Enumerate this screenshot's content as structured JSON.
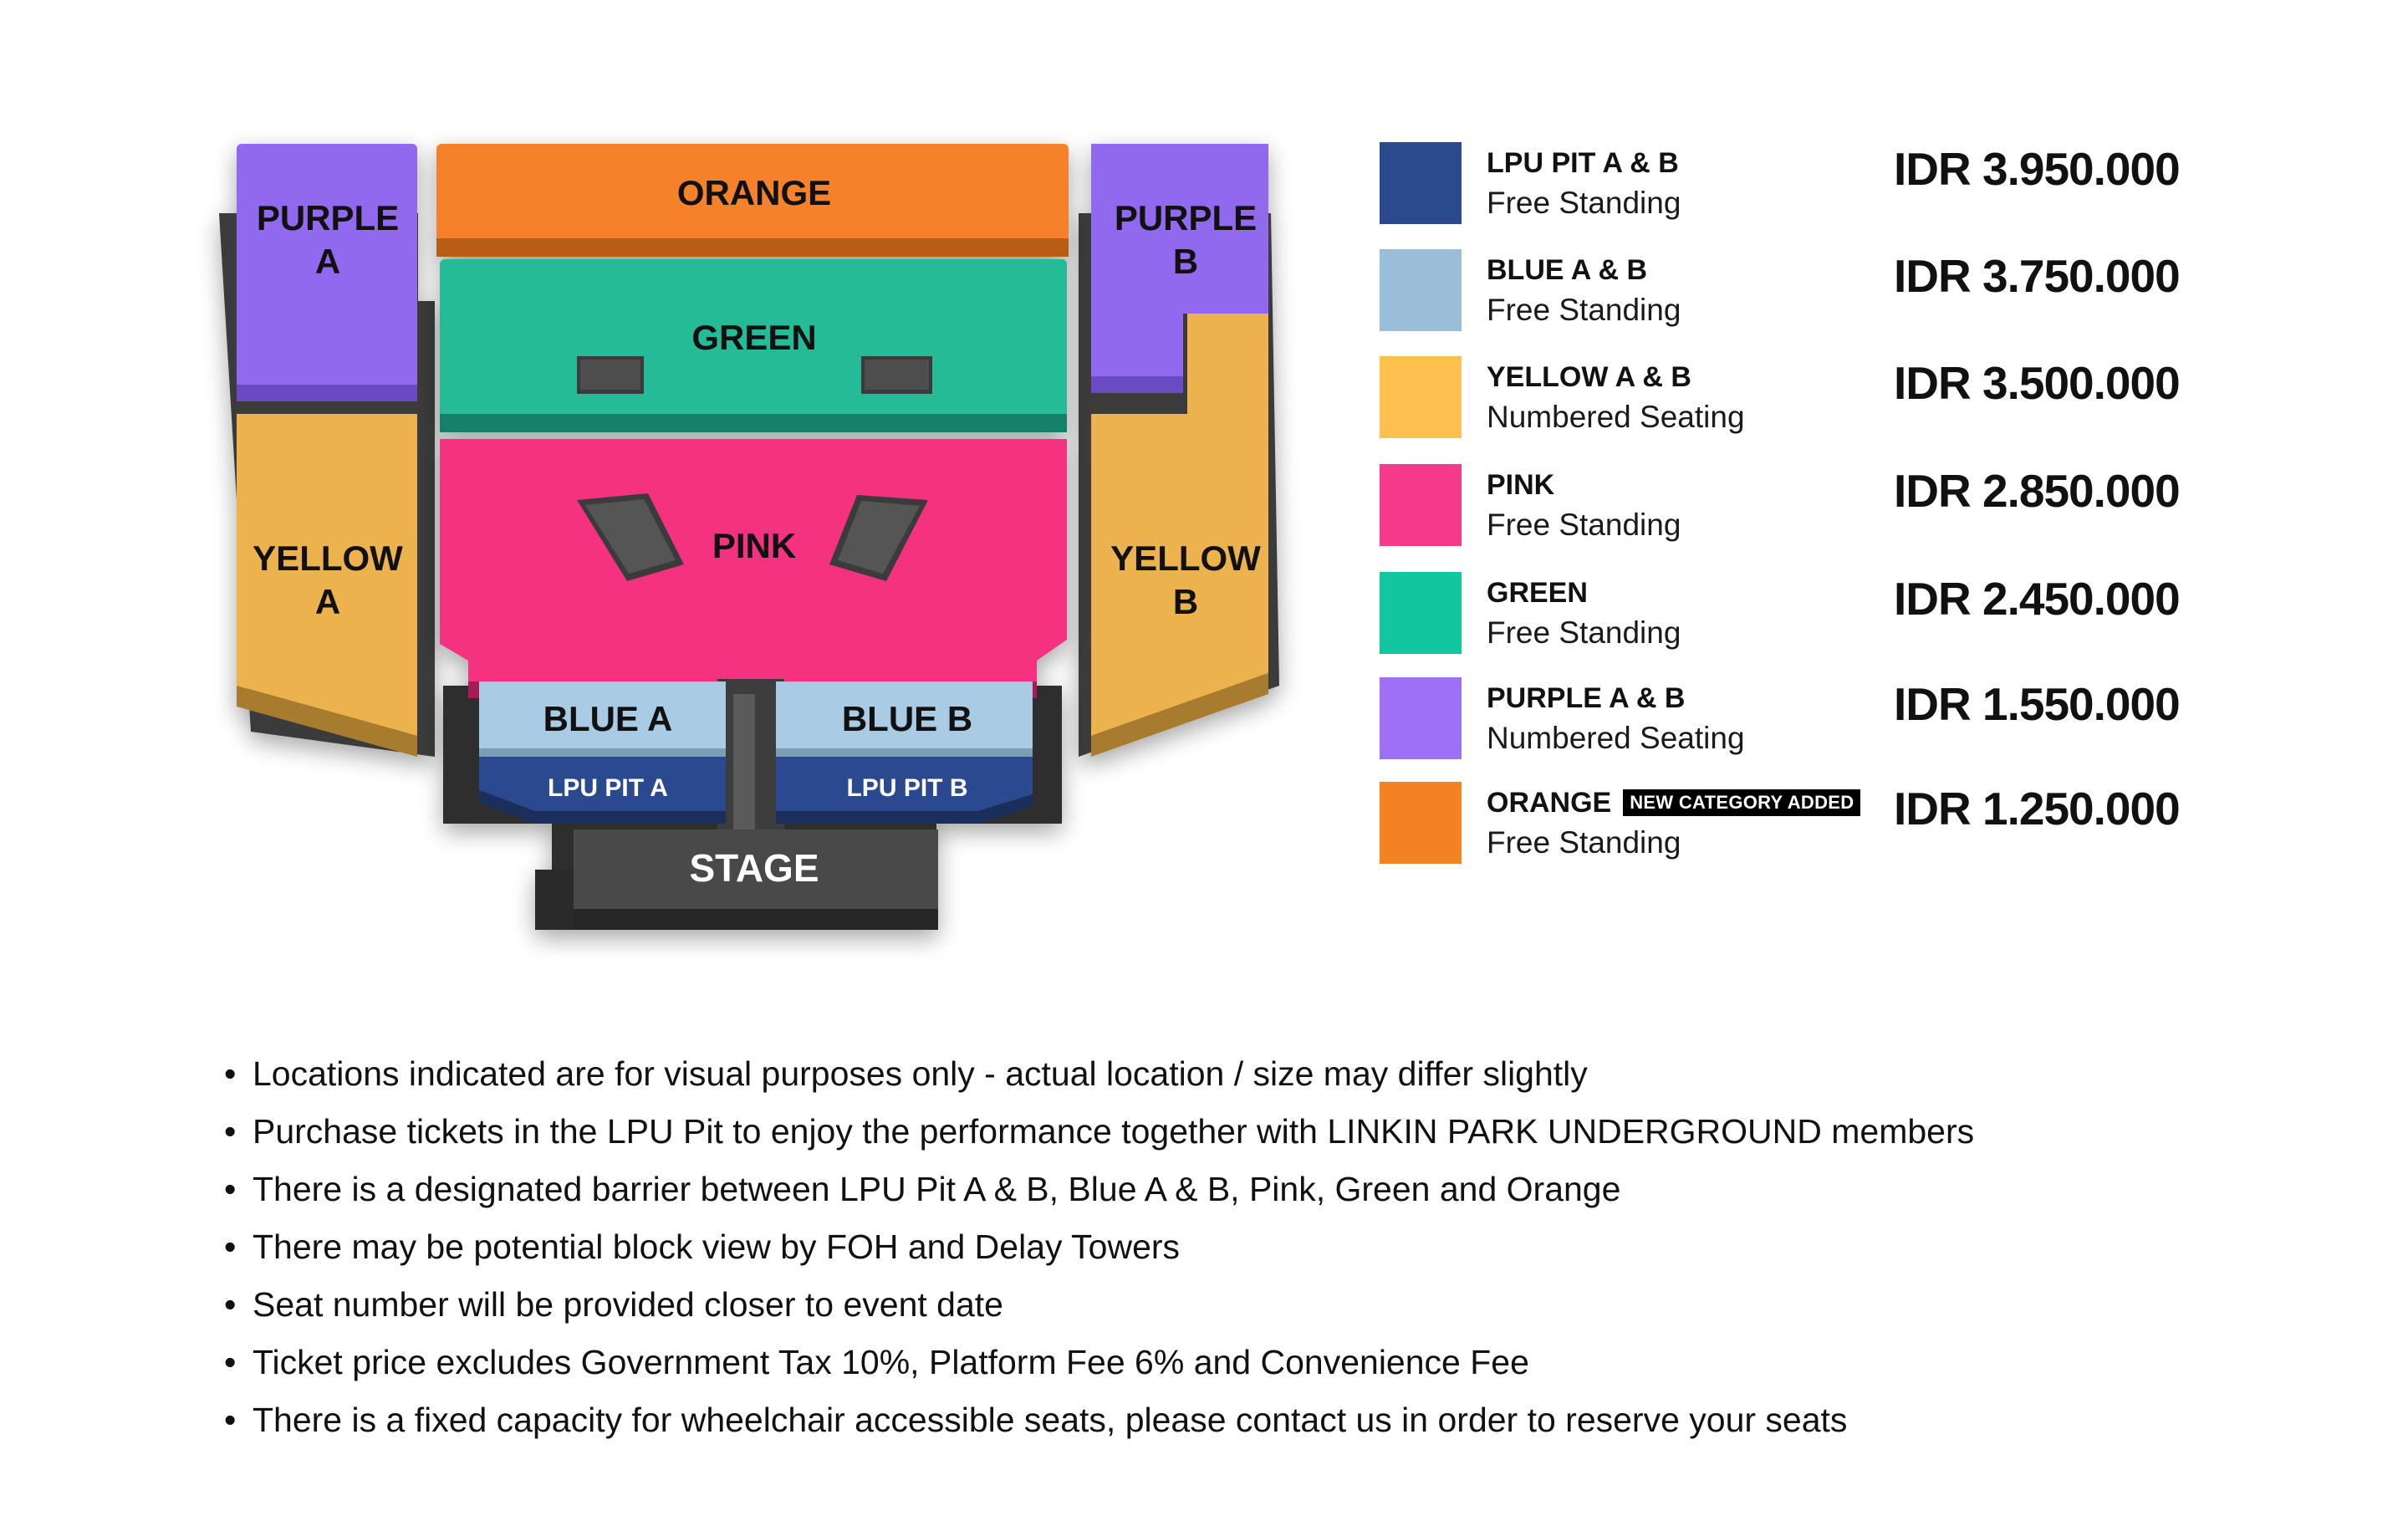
{
  "map": {
    "zones": {
      "orange": "ORANGE",
      "green": "GREEN",
      "pink": "PINK",
      "purple_a_line1": "PURPLE",
      "purple_a_line2": "A",
      "purple_b_line1": "PURPLE",
      "purple_b_line2": "B",
      "yellow_a_line1": "YELLOW",
      "yellow_a_line2": "A",
      "yellow_b_line1": "YELLOW",
      "yellow_b_line2": "B",
      "blue_a": "BLUE A",
      "blue_b": "BLUE B",
      "lpu_pit_a": "LPU PIT A",
      "lpu_pit_b": "LPU PIT B",
      "stage": "STAGE"
    },
    "colors": {
      "orange": "#F5822C",
      "green": "#25BB97",
      "pink": "#F5327F",
      "purple": "#9169EE",
      "yellow": "#EBB24E",
      "blue": "#A9CBE4",
      "lpu": "#2C4A8F",
      "stage": "#4A4A4A",
      "block": "#4D4D4D"
    }
  },
  "legend": [
    {
      "name": "LPU PIT A & B",
      "type": "Free Standing",
      "price": "IDR 3.950.000",
      "color": "#2B4A8D",
      "badge": ""
    },
    {
      "name": "BLUE A & B",
      "type": "Free Standing",
      "price": "IDR 3.750.000",
      "color": "#9ABDD9",
      "badge": ""
    },
    {
      "name": "YELLOW A & B",
      "type": "Numbered Seating",
      "price": "IDR 3.500.000",
      "color": "#FFC04E",
      "badge": ""
    },
    {
      "name": "PINK",
      "type": "Free Standing",
      "price": "IDR 2.850.000",
      "color": "#F53A8B",
      "badge": ""
    },
    {
      "name": "GREEN",
      "type": "Free Standing",
      "price": "IDR 2.450.000",
      "color": "#12C6A0",
      "badge": ""
    },
    {
      "name": "PURPLE A & B",
      "type": "Numbered Seating",
      "price": "IDR 1.550.000",
      "color": "#9E70F3",
      "badge": ""
    },
    {
      "name": "ORANGE",
      "type": "Free Standing",
      "price": "IDR 1.250.000",
      "color": "#F58220",
      "badge": "NEW CATEGORY ADDED"
    }
  ],
  "notes": [
    "Locations indicated are for visual purposes only - actual location / size may differ slightly",
    "Purchase tickets in the LPU Pit to enjoy the performance together with LINKIN PARK UNDERGROUND members",
    "There is a designated barrier between LPU Pit A & B, Blue A & B, Pink, Green and Orange",
    "There may be potential block view by FOH and Delay Towers",
    "Seat number will be provided closer to event date",
    "Ticket price excludes Government Tax 10%, Platform Fee 6% and Convenience Fee",
    "There is a fixed capacity for wheelchair accessible seats, please contact us in order to reserve your seats"
  ]
}
